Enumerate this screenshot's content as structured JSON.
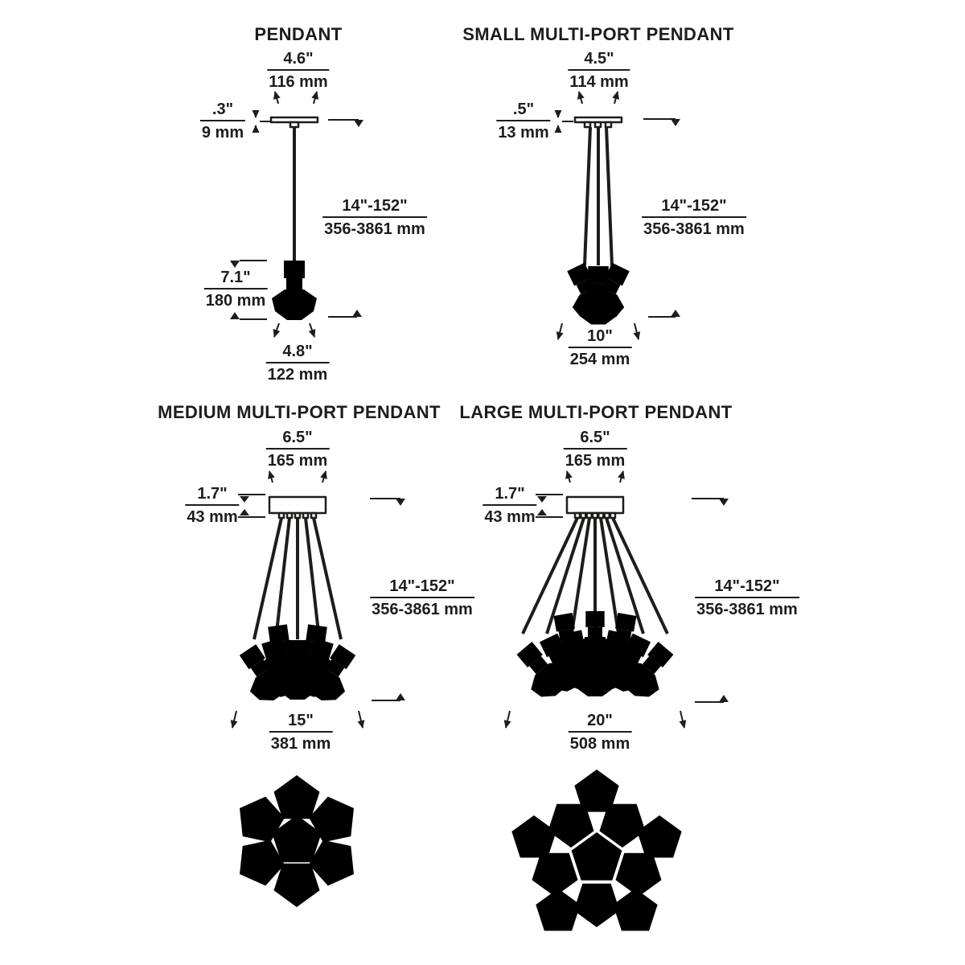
{
  "page": {
    "background": "#ffffff",
    "line_color": "#1d1d1b"
  },
  "fixtures": {
    "pendant": {
      "title": "PENDANT",
      "dims": {
        "canopy_width": {
          "in": "4.6\"",
          "mm": "116 mm"
        },
        "canopy_height": {
          "in": ".3\"",
          "mm": "9 mm"
        },
        "drop": {
          "in": "14\"-152\"",
          "mm": "356-3861 mm"
        },
        "fixture_height": {
          "in": "7.1\"",
          "mm": "180 mm"
        },
        "shade_width": {
          "in": "4.8\"",
          "mm": "122 mm"
        }
      }
    },
    "small": {
      "title": "SMALL MULTI-PORT PENDANT",
      "dims": {
        "canopy_width": {
          "in": "4.5\"",
          "mm": "114 mm"
        },
        "canopy_height": {
          "in": ".5\"",
          "mm": "13 mm"
        },
        "drop": {
          "in": "14\"-152\"",
          "mm": "356-3861 mm"
        },
        "cluster_width": {
          "in": "10\"",
          "mm": "254 mm"
        }
      }
    },
    "medium": {
      "title": "MEDIUM MULTI-PORT PENDANT",
      "dims": {
        "canopy_width": {
          "in": "6.5\"",
          "mm": "165 mm"
        },
        "canopy_height": {
          "in": "1.7\"",
          "mm": "43 mm"
        },
        "drop": {
          "in": "14\"-152\"",
          "mm": "356-3861 mm"
        },
        "cluster_width": {
          "in": "15\"",
          "mm": "381 mm"
        }
      }
    },
    "large": {
      "title": "LARGE MULTI-PORT PENDANT",
      "dims": {
        "canopy_width": {
          "in": "6.5\"",
          "mm": "165 mm"
        },
        "canopy_height": {
          "in": "1.7\"",
          "mm": "43 mm"
        },
        "drop": {
          "in": "14\"-152\"",
          "mm": "356-3861 mm"
        },
        "cluster_width": {
          "in": "20\"",
          "mm": "508 mm"
        }
      }
    }
  }
}
